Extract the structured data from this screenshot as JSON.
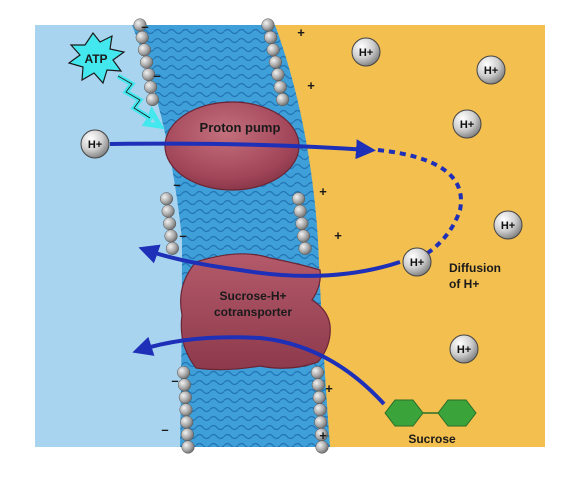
{
  "labels": {
    "atp": "ATP",
    "proton_pump": "Proton pump",
    "cotransporter_line1": "Sucrose-H+",
    "cotransporter_line2": "cotransporter",
    "diffusion_line1": "Diffusion",
    "diffusion_line2": "of H+",
    "sucrose": "Sucrose"
  },
  "ions": {
    "proton": "H+"
  },
  "charges": {
    "minus": "–",
    "plus": "+"
  },
  "colors": {
    "cytoplasm": "#a9d4ef",
    "extracellular": "#f3bf4f",
    "lipid_tail": "#3f9fd8",
    "protein": "#a4485a",
    "arrow": "#1e2fb8",
    "atp_burst": "#43e8ef",
    "sucrose": "#3aa43a"
  }
}
